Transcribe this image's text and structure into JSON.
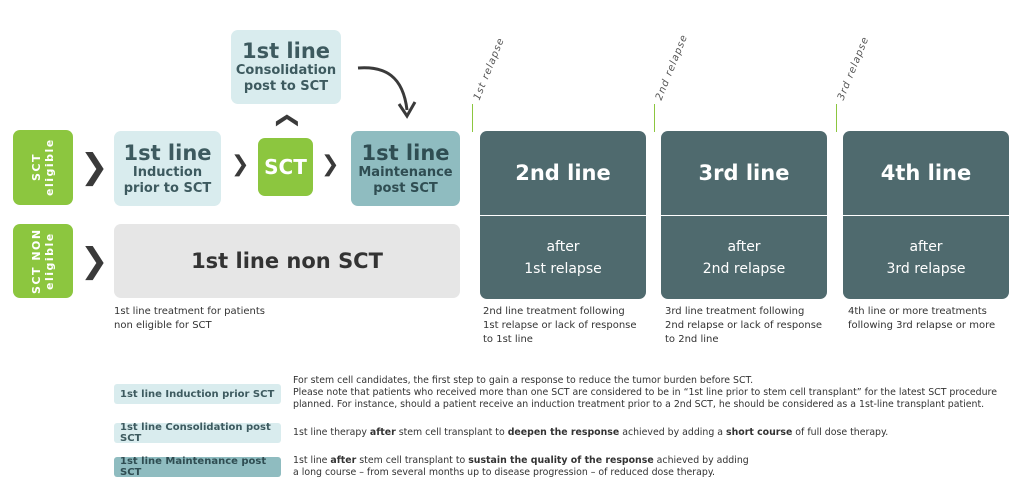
{
  "side_labels": {
    "eligible": "SCT eligible",
    "non_eligible": "SCT NON eligible"
  },
  "consolidation": {
    "title": "1st line",
    "sub": "Consolidation post to SCT"
  },
  "induction": {
    "title": "1st line",
    "sub": "Induction prior to SCT"
  },
  "sct": {
    "label": "SCT"
  },
  "maintenance": {
    "title": "1st line",
    "sub": "Maintenance post SCT"
  },
  "non_sct": {
    "label": "1st line non SCT"
  },
  "relapse_markers": [
    "1st relapse",
    "2nd relapse",
    "3rd relapse"
  ],
  "lines": [
    {
      "title": "2nd line",
      "after": "after",
      "relapse": "1st  relapse",
      "desc": [
        "2nd line treatment following",
        "1st relapse or lack of response",
        "to 1st line"
      ]
    },
    {
      "title": "3rd line",
      "after": "after",
      "relapse": "2nd  relapse",
      "desc": [
        "3rd line treatment following",
        "2nd relapse or lack of response",
        "to 2nd line"
      ]
    },
    {
      "title": "4th line",
      "after": "after",
      "relapse": "3rd  relapse",
      "desc": [
        "4th line or more treatments",
        "following 3rd relapse or more"
      ]
    }
  ],
  "non_sct_desc": [
    "1st line treatment  for  patients",
    "non eligible for SCT"
  ],
  "legend": [
    {
      "tag": "1st line Induction prior SCT",
      "text": [
        "For stem cell candidates, the first step to gain a response to reduce the tumor burden before SCT.",
        "Please note that patients who received more than one SCT are considered to be in “1st line prior to stem cell transplant” for the latest SCT procedure",
        "planned. For instance, should a patient receive an induction treatment prior to a 2nd SCT, he should be considered as a 1st-line transplant patient."
      ]
    },
    {
      "tag": "1st line Consolidation post SCT",
      "parts": [
        [
          "1st line therapy ",
          false
        ],
        [
          "after",
          true
        ],
        [
          " stem cell transplant to ",
          false
        ],
        [
          "deepen the response",
          true
        ],
        [
          " achieved by adding a ",
          false
        ],
        [
          "short course",
          true
        ],
        [
          " of full dose therapy.",
          false
        ]
      ]
    },
    {
      "tag": "1st line Maintenance post SCT",
      "parts1": [
        [
          "1st line ",
          false
        ],
        [
          "after",
          true
        ],
        [
          " stem cell transplant  to ",
          false
        ],
        [
          "sustain the quality of the response",
          true
        ],
        [
          " achieved by adding",
          false
        ]
      ],
      "parts2": [
        [
          "a long course – from several months up to disease progression – of reduced dose therapy.",
          false
        ]
      ]
    }
  ],
  "colors": {
    "green": "#8cc63f",
    "light": "#d9ecee",
    "mid": "#8fbcc0",
    "dark": "#4f6a6e",
    "grey": "#e6e6e6"
  }
}
